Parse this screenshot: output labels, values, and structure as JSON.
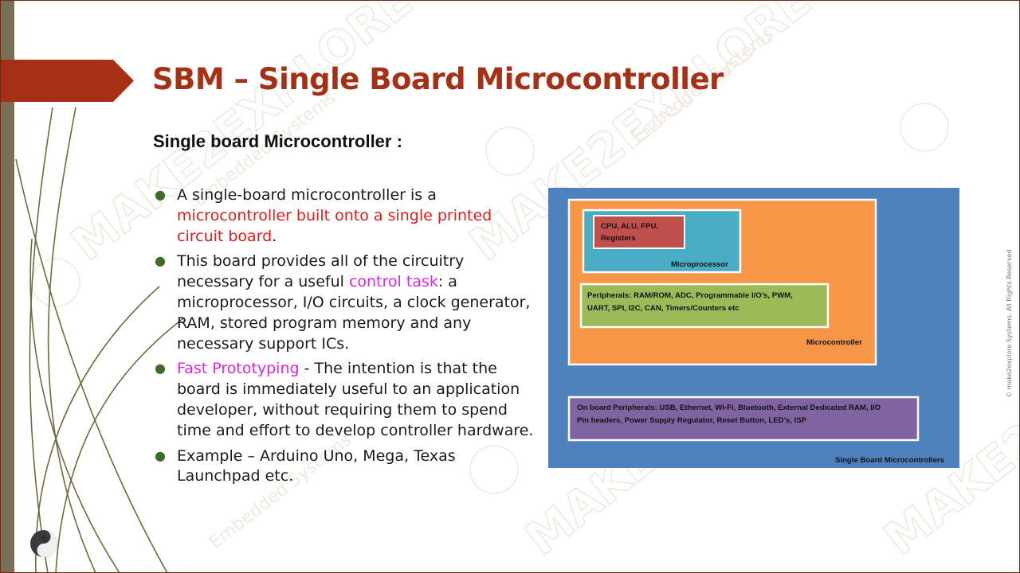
{
  "slide": {
    "title": "SBM – Single Board Microcontroller",
    "subtitle": "Single board Microcontroller :",
    "bullets": [
      {
        "text1": "A single-board microcontroller is a ",
        "highlight": "microcontroller built onto a single printed circuit board",
        "text2": "."
      },
      {
        "text1": "This board provides all of the circuitry necessary for a useful ",
        "highlight": "control task",
        "text2": ": a microprocessor, I/O circuits, a clock generator, RAM, stored program memory and any necessary support ICs."
      },
      {
        "text1": "",
        "highlight": "Fast Prototyping",
        "text2": " - The intention is that the board is immediately useful to an application developer, without requiring them to spend time and effort to develop controller hardware."
      },
      {
        "text1": "Example – Arduino Uno, Mega, Texas Launchpad etc.",
        "highlight": "",
        "text2": ""
      }
    ],
    "copyright": "© make2explore Systems. All Rights Reserved",
    "watermark_text": "MAKE2EXPLORE",
    "watermark_subtext": "Embedded Systems"
  },
  "diagram": {
    "cpu_line1": "CPU, ALU, FPU,",
    "cpu_line2": "Registers",
    "microprocessor": "Microprocessor",
    "peripherals_line1": "Peripherals: RAM/ROM, ADC, Programmable I/O’s, PWM,",
    "peripherals_line2": "UART, SPI, I2C, CAN, Timers/Counters etc",
    "microcontroller": "Microcontroller",
    "onboard_line1": "On board Peripherals: USB, Ethernet, Wi-Fi, Bluetooth, External Dedicated RAM, I/O",
    "onboard_line2": "Pin headers, Power Supply Regulator, Reset Button, LED’s, ISP",
    "sbm": "Single Board Microcontrollers",
    "colors": {
      "outer": "#4f81bd",
      "mcu": "#f79646",
      "mpu": "#4bacc6",
      "cpu": "#c0504d",
      "periph": "#9bbb59",
      "onboard": "#8064a2"
    }
  },
  "colors": {
    "title": "#a63015",
    "arrow": "#a63015",
    "highlight_red": "#e21a1a",
    "highlight_magenta": "#e424e4",
    "bullet_dot": "#3f6a2a"
  },
  "controls": {
    "zoom_icon": "zoom-plus-minus-icon"
  }
}
